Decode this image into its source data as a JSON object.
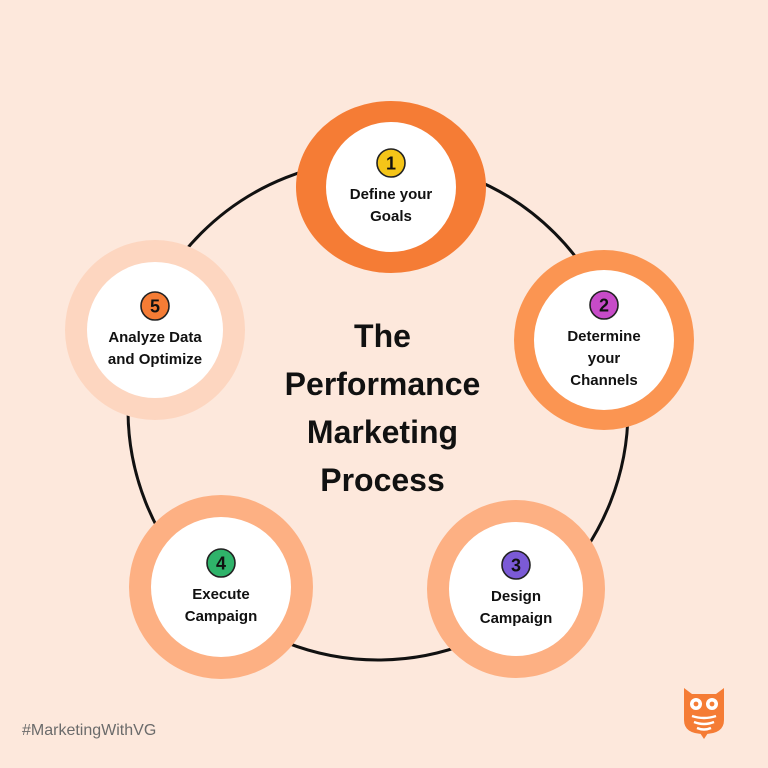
{
  "title": "The\nPerformance\nMarketing\nProcess",
  "steps": [
    {
      "number": "1",
      "label": "Define your\nGoals",
      "ring_color": "#f57c35",
      "badge_color": "#f5c518"
    },
    {
      "number": "2",
      "label": "Determine\nyour\nChannels",
      "ring_color": "#fb9552",
      "badge_color": "#c74bc8"
    },
    {
      "number": "3",
      "label": "Design\nCampaign",
      "ring_color": "#fdb083",
      "badge_color": "#7b5ad6"
    },
    {
      "number": "4",
      "label": "Execute\nCampaign",
      "ring_color": "#fdb083",
      "badge_color": "#2fb36a"
    },
    {
      "number": "5",
      "label": "Analyze Data\nand Optimize",
      "ring_color": "#fdd6c0",
      "badge_color": "#f57c35"
    }
  ],
  "hashtag": "#MarketingWithVG",
  "logo": {
    "icon": "owl-logo-icon",
    "color": "#f57c35"
  },
  "colors": {
    "background": "#fde8dc",
    "cycle_line": "#111111"
  }
}
